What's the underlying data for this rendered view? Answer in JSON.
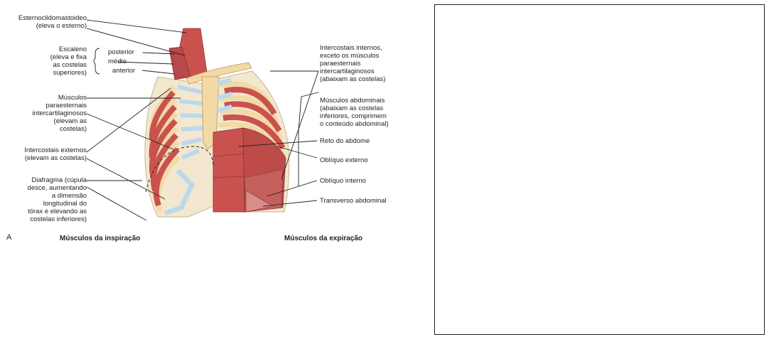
{
  "figure": {
    "panel_letter": "A",
    "captions": {
      "inspiration": "Músculos da inspiração",
      "expiration": "Músculos da expiração"
    },
    "left_labels": {
      "sternocleidomastoid": "Esternoclidomastoideo\n(eleva o esterno)",
      "scalene": "Escaleno\n(eleva e fixa\nas costelas\nsuperiores)",
      "scalene_posterior": "posterior",
      "scalene_medio": "médio",
      "scalene_anterior": "anterior",
      "parasternal": "Músculos\nparaesternais\nintercartilaginosos\n(elevam as\ncostelas)",
      "external_intercostals": "Intercostais externos\n(elevam as costelas)",
      "diaphragm": "Diafragma (cúpula\ndesce, aumentando\na dimensão\nlongitudinal do\ntórax e elevando as\ncostelas inferiores)"
    },
    "right_labels": {
      "internal_intercostals": "Intercostais internos,\nexceto os músculos\nparaesternais\nintercartilaginosos\n(abaixam as costelas)",
      "abdominal": "Músculos abdominais\n(abaixam as costelas\ninferiores, comprimem\no conteúdo abdominal)",
      "rectus": "Reto do abdome",
      "external_oblique": "Oblíquo externo",
      "internal_oblique": "Oblíquo interno",
      "transversus": "Transverso abdominal"
    },
    "colors": {
      "muscle": "#c9524f",
      "muscle_dark": "#a8403d",
      "bone": "#f2d9a6",
      "cartilage": "#bcd9ec",
      "line": "#222222"
    }
  }
}
